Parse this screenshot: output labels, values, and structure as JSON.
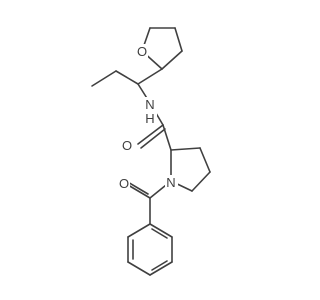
{
  "structure": {
    "atoms": {
      "oxygen_ring": "O",
      "nitrogen_amide": "N",
      "hydrogen_amide": "H",
      "oxygen_carbonyl_top": "O",
      "nitrogen_ring": "N",
      "oxygen_carbonyl_bottom": "O"
    }
  }
}
